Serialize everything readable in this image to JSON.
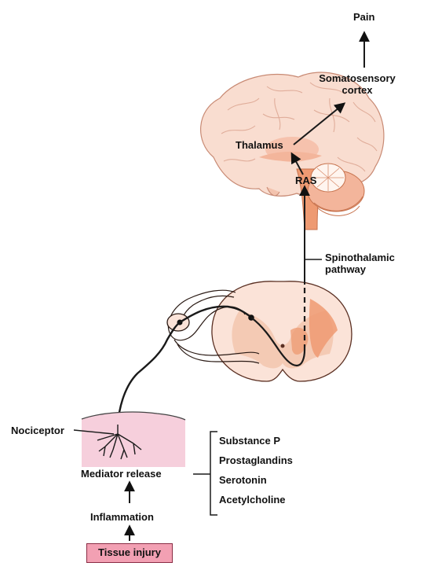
{
  "labels": {
    "pain": "Pain",
    "somatosensory_cortex": [
      "Somatosensory",
      "cortex"
    ],
    "thalamus": "Thalamus",
    "ras": "RAS",
    "spinothalamic_pathway": [
      "Spinothalamic",
      "pathway"
    ],
    "nociceptor": "Nociceptor",
    "mediator_release": "Mediator release",
    "inflammation": "Inflammation",
    "tissue_injury": "Tissue injury"
  },
  "mediators": [
    "Substance P",
    "Prostaglandins",
    "Serotonin",
    "Acetylcholine"
  ],
  "colors": {
    "brain_fill": "#f9ddd0",
    "brain_accent": "#ee9a72",
    "cord_fill": "#fbe3d8",
    "cord_gray": "#f2b79a",
    "skin_fill": "#f6cfdc",
    "injury_fill": "#f2a0b3",
    "line": "#111111"
  }
}
